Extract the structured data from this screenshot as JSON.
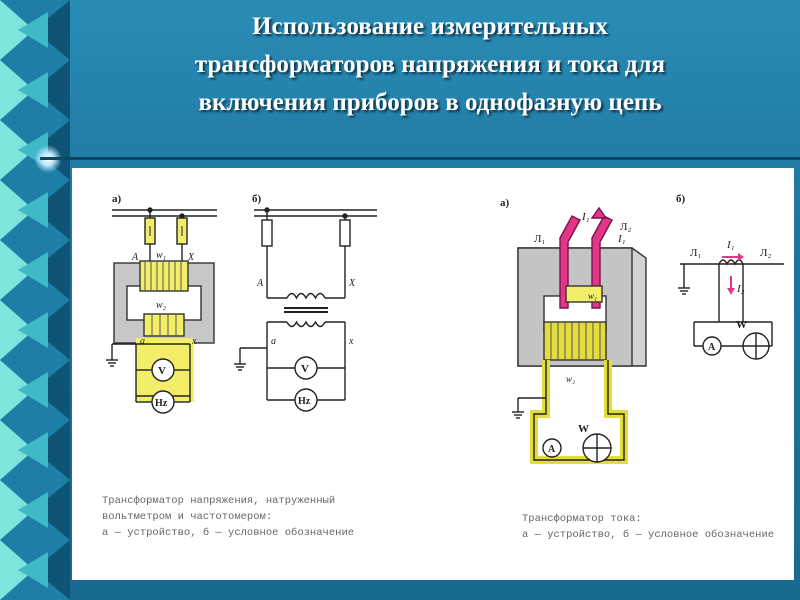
{
  "slide": {
    "title_lines": [
      "Использование измерительных",
      "трансформаторов напряжения и тока для",
      "включения приборов в однофазную цепь"
    ]
  },
  "left_figure": {
    "panel_a_label": "а)",
    "panel_b_label": "б)",
    "labels": {
      "A": "A",
      "X": "X",
      "w1": "w₁",
      "w2": "w₂",
      "a": "a",
      "x": "x",
      "voltmeter": "V",
      "frequency_meter": "Hz"
    },
    "caption_lines": [
      "Трансформатор  напряжения,  натруженный",
      "вольтметром и частотомером:",
      "а — устройство, б — условное обозначение"
    ]
  },
  "right_figure": {
    "panel_a_label": "а)",
    "panel_b_label": "б)",
    "labels": {
      "L1": "Л₁",
      "L2": "Л₂",
      "I1": "I₁",
      "I2": "I₂",
      "w1": "w₁",
      "w2": "w₂",
      "ammeter": "A",
      "wattmeter": "W"
    },
    "caption_lines": [
      "Трансформатор тока:",
      "а — устройство, б — условное обозначение"
    ]
  },
  "colors": {
    "background": "#1d759e",
    "band_light": "#7fe4dc",
    "band_dark": "#0f5475",
    "highlight_yellow": "#f2ee6a",
    "coil_yellow": "#e4dc3c",
    "primary_pink": "#e2368a",
    "line": "#222222"
  }
}
